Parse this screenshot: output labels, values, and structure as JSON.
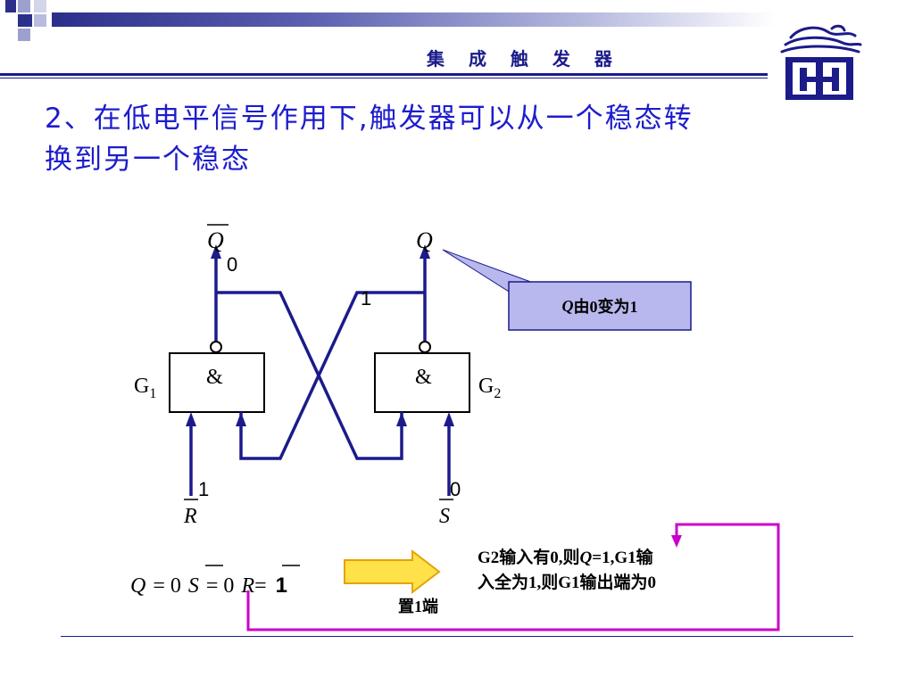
{
  "header": {
    "title": "集 成 触 发 器"
  },
  "heading": {
    "line1": "2、在低电平信号作用下,触发器可以从一个稳态转",
    "line2": "换到另一个稳态"
  },
  "diagram": {
    "q_bar_label": "Q",
    "q_label": "Q",
    "q_bar_value": "0",
    "q_value": "1",
    "gate_symbol": "&",
    "g1_label": "G",
    "g1_sub": "1",
    "g2_label": "G",
    "g2_sub": "2",
    "r_bar_label": "R",
    "s_bar_label": "S",
    "r_value": "1",
    "s_value": "0"
  },
  "callout": {
    "q": "Q",
    "text": "由0变为1"
  },
  "equation": {
    "q": "Q",
    "eq1": "= 0",
    "s": "S",
    "eq2": "= 0",
    "r": "R",
    "eq3": "=",
    "one": "1"
  },
  "arrow_label": "置1端",
  "note": {
    "part1": "G2输入有0,则",
    "q": "Q",
    "part2": "=1,G1输",
    "line2": "入全为1,则G1输出端为0"
  },
  "colors": {
    "wire": "#1b1b8a",
    "heading": "#1d1dcc",
    "callout_fill": "#b8b8ee",
    "arrow_fill": "#ffe24a",
    "arrow_stroke": "#e8a100",
    "magenta": "#cc00cc"
  }
}
